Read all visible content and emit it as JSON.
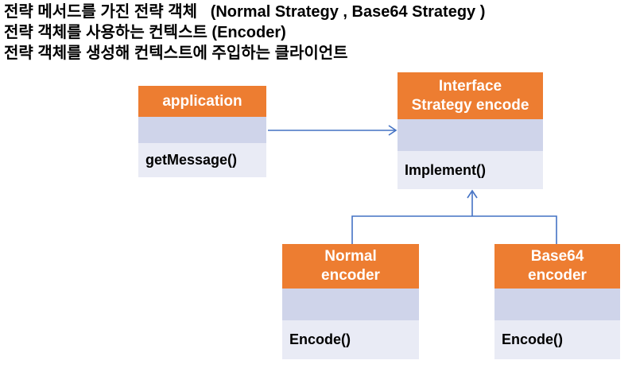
{
  "caption": {
    "lines": [
      "전략 메서드를 가진 전략 객체   (Normal Strategy , Base64 Strategy )",
      "전략 객체를 사용하는 컨텍스트 (Encoder)",
      "전략 객체를 생성해 컨텍스트에 주입하는 클라이언트"
    ]
  },
  "diagram": {
    "application": {
      "name": "application",
      "method": "getMessage()"
    },
    "interface_strategy": {
      "name_lines": [
        "Interface",
        "Strategy encode"
      ],
      "method": "Implement()"
    },
    "normal_encoder": {
      "name_lines": [
        "Normal",
        "encoder"
      ],
      "method": "Encode()"
    },
    "base64_encoder": {
      "name_lines": [
        "Base64",
        "encoder"
      ],
      "method": "Encode()"
    }
  },
  "colors": {
    "header_bg": "#ED7D31",
    "header_text": "#FFFFFF",
    "attr_row_bg": "#CFD4EA",
    "method_row_bg": "#E9EBF5",
    "method_text": "#000000",
    "connector": "#4472C4",
    "title_text": "#000000"
  }
}
